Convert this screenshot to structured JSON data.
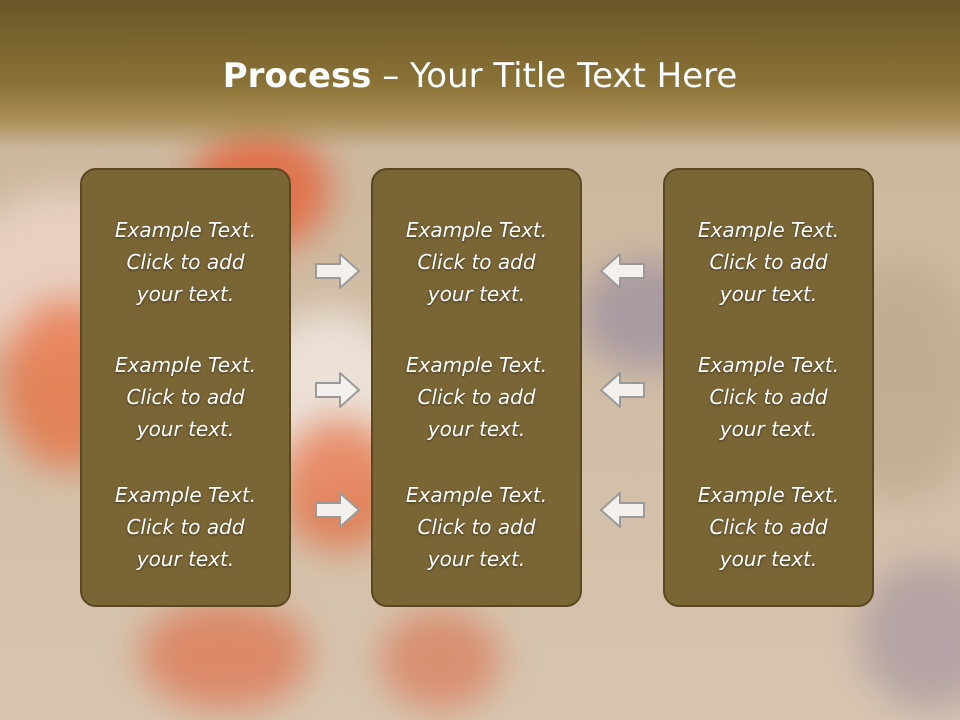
{
  "title": {
    "bold": "Process",
    "rest": " – Your Title Text Here"
  },
  "panels": [
    {
      "items": [
        "Example Text.\nClick  to add\nyour text.",
        "Example Text.\nClick  to add\nyour text.",
        "Example Text.\nClick  to add\nyour text."
      ]
    },
    {
      "items": [
        "Example Text.\nClick  to add\nyour text.",
        "Example Text.\nClick  to add\nyour text.",
        "Example Text.\nClick  to add\nyour text."
      ]
    },
    {
      "items": [
        "Example Text.\nClick  to add\nyour text.",
        "Example Text.\nClick  to add\nyour text.",
        "Example Text.\nClick  to add\nyour text."
      ]
    }
  ],
  "arrows": {
    "left_column": "right-arrow-icon",
    "right_column": "left-arrow-icon"
  },
  "colors": {
    "header": "#7a6430",
    "panel_fill": "#7a6535",
    "panel_border": "#5a4820",
    "accent_orange": "#e8572a"
  }
}
